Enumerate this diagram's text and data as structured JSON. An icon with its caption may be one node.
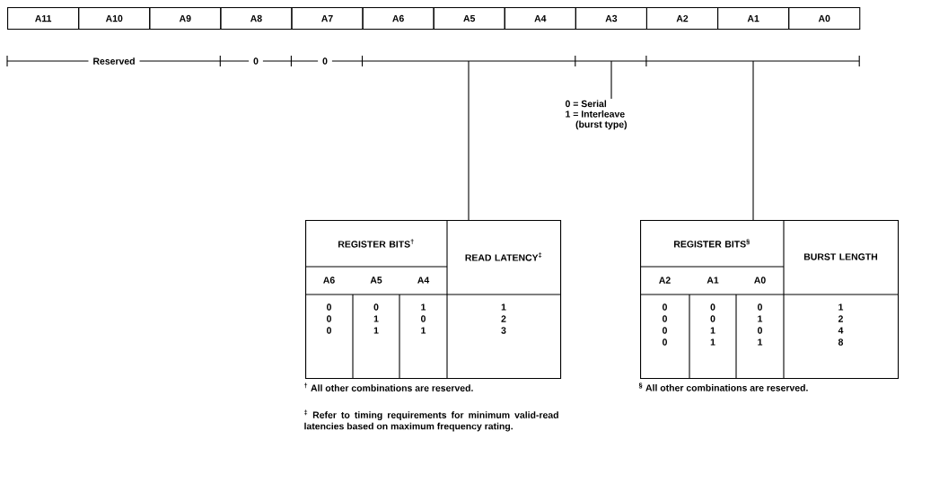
{
  "diagram": {
    "nodes": [
      {
        "text": [
          "A11"
        ]
      },
      {
        "text": [
          "A10"
        ]
      },
      {
        "text": [
          "A9"
        ]
      },
      {
        "text": [
          "A8"
        ]
      },
      {
        "text": [
          "A7"
        ]
      },
      {
        "text": [
          "A6"
        ]
      },
      {
        "text": [
          "A5"
        ]
      },
      {
        "text": [
          "A4"
        ]
      },
      {
        "text": [
          "A3"
        ]
      },
      {
        "text": [
          "A2"
        ]
      },
      {
        "text": [
          "A1"
        ]
      },
      {
        "text": [
          "A0"
        ]
      },
      {
        "text": [
          "0 = Serial",
          "1 = Interleave",
          "(burst type)"
        ]
      },
      {
        "text": [],
        "shape": "box",
        "beside": [
          "$^{†}$ All other combinations are reserved.",
          "$^{‡}$ Refer to timing requirements for minimum valid-read latencies based on maximum frequency rating."
        ]
      },
      {
        "text": [],
        "shape": "box",
        "beside": [
          "$^{§}$ All other combinations are reserved."
        ]
      }
    ],
    "edges": [
      {
        "from": null,
        "to": 13,
        "arrow": "none"
      },
      {
        "from": null,
        "to": 12,
        "arrow": "none"
      },
      {
        "from": null,
        "to": 14,
        "arrow": "none"
      }
    ],
    "labels": [
      "Reserved",
      "0",
      "0",
      "REGISTER BITS$^{†}$",
      "READ LATENCY$^{‡}$",
      "A6",
      "A5",
      "A4",
      "0",
      "0",
      "1",
      "1",
      "0",
      "1",
      "0",
      "2",
      "0",
      "1",
      "1",
      "3",
      "REGISTER BITS$^{§}$",
      "BURST LENGTH",
      "A2",
      "A1",
      "A0",
      "0",
      "0",
      "0",
      "1",
      "0",
      "0",
      "1",
      "2",
      "0",
      "1",
      "0",
      "4",
      "0",
      "1",
      "1",
      "8"
    ]
  }
}
